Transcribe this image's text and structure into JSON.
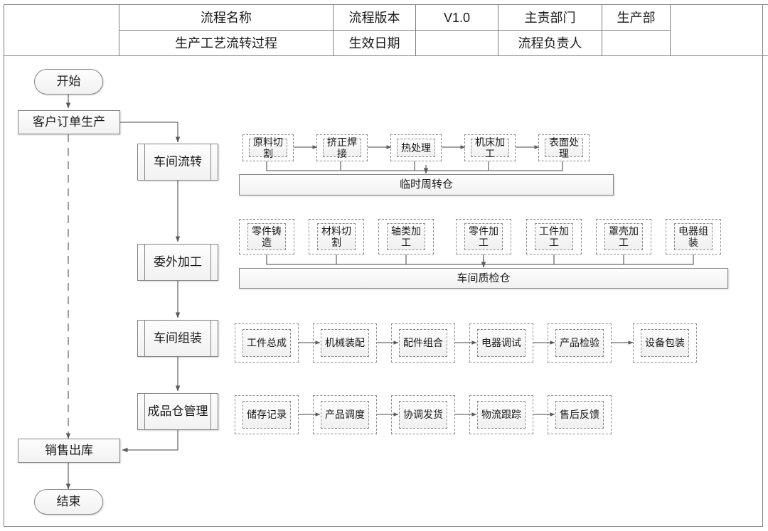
{
  "header": {
    "columns": [
      {
        "name": "spacer-left",
        "text": ""
      },
      {
        "name": "process-name-label",
        "text": "流程名称"
      },
      {
        "name": "process-version-label",
        "text": "流程版本"
      },
      {
        "name": "process-version-value",
        "text": "V1.0"
      },
      {
        "name": "owner-dept-label",
        "text": "主责部门"
      },
      {
        "name": "owner-dept-value",
        "text": "生产部"
      },
      {
        "name": "spacer-right",
        "text": ""
      }
    ],
    "row1": {
      "col0": "",
      "col1": "流程名称",
      "col2": "流程版本",
      "col3": "V1.0",
      "col4": "主责部门",
      "col5": "生产部",
      "col6": ""
    },
    "row2": {
      "col0": "",
      "col1": "生产工艺流转过程",
      "col2": "生效日期",
      "col3": "",
      "col4": "流程负责人",
      "col5": "",
      "col6": ""
    }
  },
  "flow": {
    "start": "开始",
    "order": "客户订单生产",
    "end": "结束",
    "sales_out": "销售出库",
    "stages": [
      {
        "key": "workshop_transfer",
        "label": "车间流转"
      },
      {
        "key": "outsourced",
        "label": "委外加工"
      },
      {
        "key": "assembly",
        "label": "车间组装"
      },
      {
        "key": "finished_goods",
        "label": "成品仓管理"
      }
    ]
  },
  "lanes": [
    {
      "key": "lane-workshop-transfer",
      "stage": "车间流转",
      "store": "临时周转仓",
      "chained": true,
      "tasks": [
        "原料切割",
        "挤正焊接",
        "热处理",
        "机床加工",
        "表面处理"
      ]
    },
    {
      "key": "lane-outsourced",
      "stage": "委外加工",
      "store": "车间质检仓",
      "chained": false,
      "tasks": [
        "零件铸造",
        "材料切割",
        "轴类加工",
        "零件加工",
        "工件加工",
        "罩壳加工",
        "电器组装"
      ]
    },
    {
      "key": "lane-assembly",
      "stage": "车间组装",
      "store": "",
      "chained": true,
      "tasks": [
        "工件总成",
        "机械装配",
        "配件组合",
        "电器调试",
        "产品检验",
        "设备包装"
      ]
    },
    {
      "key": "lane-finished-goods",
      "stage": "成品仓管理",
      "store": "",
      "chained": true,
      "tasks": [
        "储存记录",
        "产品调度",
        "协调发货",
        "物流跟踪",
        "售后反馈"
      ]
    }
  ],
  "colors": {
    "line": "#666666",
    "node_border": "#868686",
    "dashed_border": "#8a8a8a",
    "frame": "#7f7f7f",
    "fill_top": "#fdfdfd",
    "fill_bottom": "#f2f2f2",
    "text": "#1a1a1a"
  }
}
